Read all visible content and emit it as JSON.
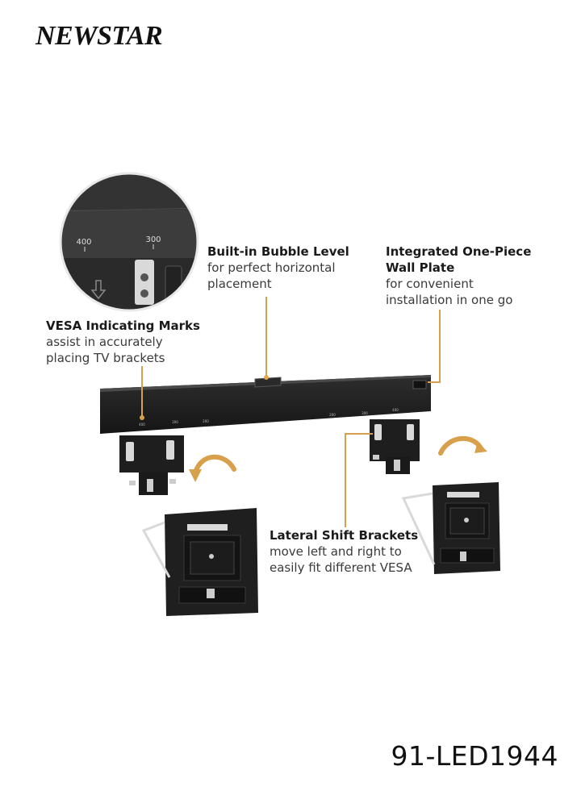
{
  "brand": {
    "name": "NEWSTAR"
  },
  "zoom_inset": {
    "marks": [
      "400",
      "300"
    ]
  },
  "features": {
    "bubble_level": {
      "title": "Built-in Bubble Level",
      "desc": [
        "for perfect horizontal",
        "placement"
      ]
    },
    "wall_plate": {
      "title": [
        "Integrated One-Piece",
        "Wall Plate"
      ],
      "desc": [
        "for convenient",
        "installation in one go"
      ]
    },
    "vesa_marks": {
      "title": "VESA Indicating Marks",
      "desc": [
        "assist in accurately",
        "placing TV brackets"
      ]
    },
    "lateral_shift": {
      "title": "Lateral Shift Brackets",
      "desc": [
        "move left and right to",
        "easily fit different VESA"
      ]
    }
  },
  "bar_marks": [
    "400",
    "300",
    "200",
    "200",
    "300",
    "400"
  ],
  "model": "91-LED1944",
  "colors": {
    "accent": "#d8a04a",
    "product": "#1e1e1e",
    "inset_bg": "#3a3a3a"
  }
}
